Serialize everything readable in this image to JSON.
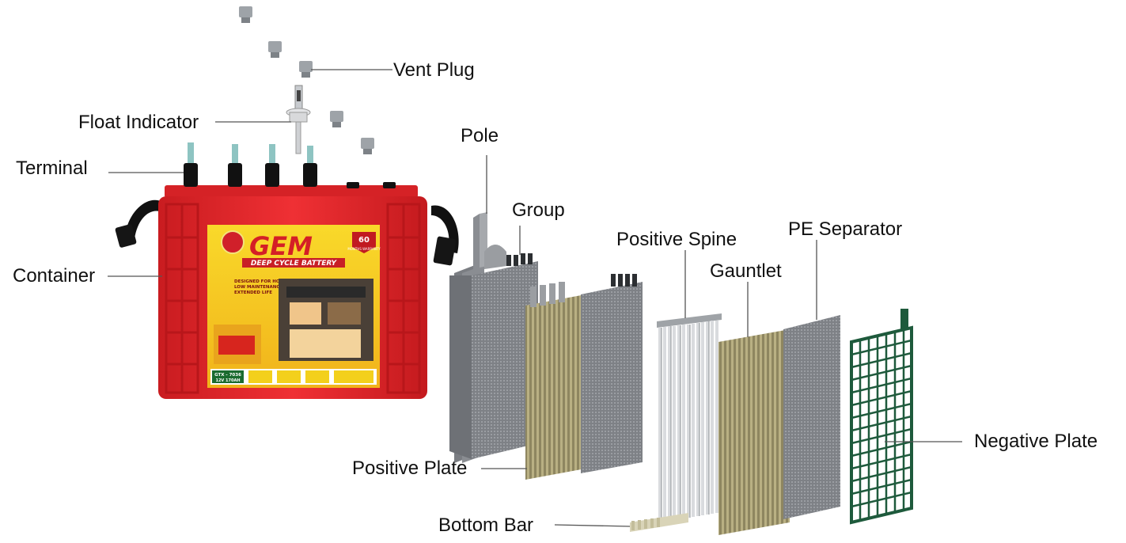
{
  "labels": {
    "vent_plug": "Vent Plug",
    "float_indicator": "Float Indicator",
    "terminal": "Terminal",
    "container": "Container",
    "pole": "Pole",
    "group": "Group",
    "positive_spine": "Positive Spine",
    "gauntlet": "Gauntlet",
    "pe_separator": "PE Separator",
    "positive_plate": "Positive Plate",
    "bottom_bar": "Bottom Bar",
    "negative_plate": "Negative Plate"
  },
  "battery_label": {
    "brand": "GEM",
    "product": "DEEP CYCLE BATTERY",
    "warranty_number": "60",
    "warranty_text": "MONTHS WARRANTY",
    "features": [
      "DESIGNED FOR HOME APPLICATION",
      "LOW MAINTENANCE",
      "EXTENDED LIFE"
    ],
    "model": "GTX - 7036",
    "spec": "12V 170AH"
  },
  "colors": {
    "container_red": "#e8262a",
    "label_yellow": "#f6d21b",
    "plate_gray": "#8a8c90",
    "gauntlet_tan": "#a39a6e",
    "negative_grid_green": "#1e5a3c"
  }
}
